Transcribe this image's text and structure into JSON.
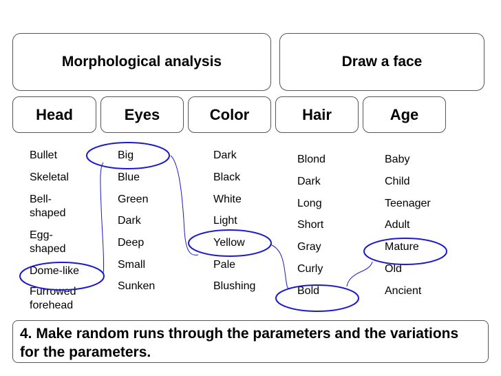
{
  "top_boxes": {
    "morph": "Morphological analysis",
    "draw": "Draw a face"
  },
  "parameters": [
    "Head",
    "Eyes",
    "Color",
    "Hair",
    "Age"
  ],
  "columns": {
    "head": [
      "Bullet",
      "Skeletal",
      "Bell-\nshaped",
      "Egg-\nshaped",
      "Dome-like",
      "Furrowed\nforehead"
    ],
    "eyes": [
      "Big",
      "Blue",
      "Green",
      "Dark",
      "Deep",
      "Small",
      "Sunken"
    ],
    "color": [
      "Dark",
      "Black",
      "White",
      "Light",
      "Yellow",
      "Pale",
      "Blushing"
    ],
    "hair": [
      "Blond",
      "Dark",
      "Long",
      "Short",
      "Gray",
      "Curly",
      "Bold"
    ],
    "age": [
      "Baby",
      "Child",
      "Teenager",
      "Adult",
      "Mature",
      "Old",
      "Ancient"
    ]
  },
  "selected": [
    "Dome-like",
    "Big",
    "Yellow",
    "Bold",
    "Mature"
  ],
  "note": "4. Make random runs through the parameters and the variations for the parameters.",
  "colors": {
    "selection": "#1a1acc",
    "border": "#555555"
  }
}
